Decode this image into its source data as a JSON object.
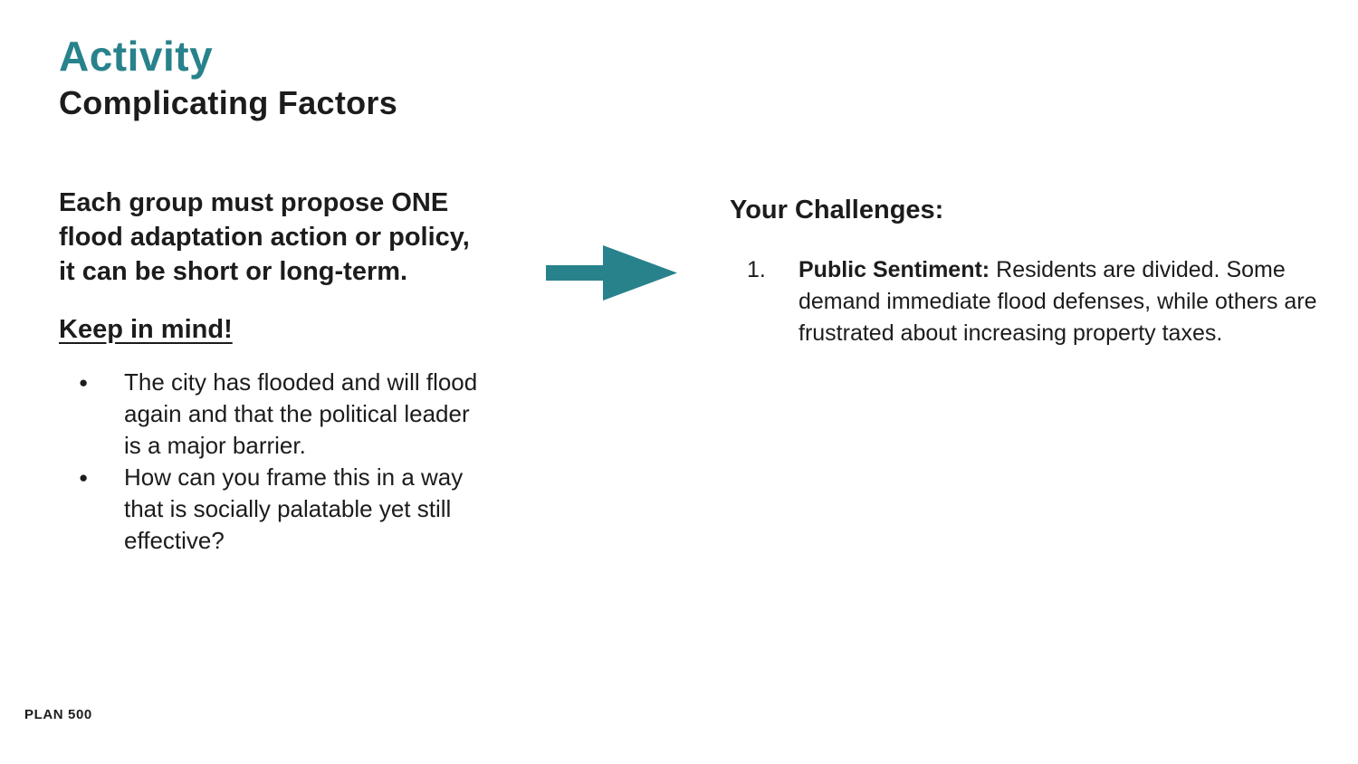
{
  "slide": {
    "title": "Activity",
    "subtitle": "Complicating Factors",
    "left": {
      "intro": "Each group must propose ONE flood adaptation action or policy, it can be short or long-term.",
      "keep_in_mind": "Keep in mind!",
      "bullet_marker": "●",
      "bullets": [
        "The city has flooded and will flood again and that the political leader is a major barrier.",
        "How can you frame this in a way that is socially palatable yet still effective?"
      ]
    },
    "arrow": {
      "icon": "right-arrow",
      "color": "#28828B"
    },
    "right": {
      "heading": "Your Challenges:",
      "items": [
        {
          "number": "1.",
          "label": "Public Sentiment:",
          "text": "Residents are divided. Some demand immediate flood defenses, while others are frustrated about increasing property taxes."
        }
      ]
    },
    "footer": "PLAN 500",
    "colors": {
      "accent": "#28828B",
      "text": "#1c1c1c",
      "background": "#ffffff"
    }
  }
}
